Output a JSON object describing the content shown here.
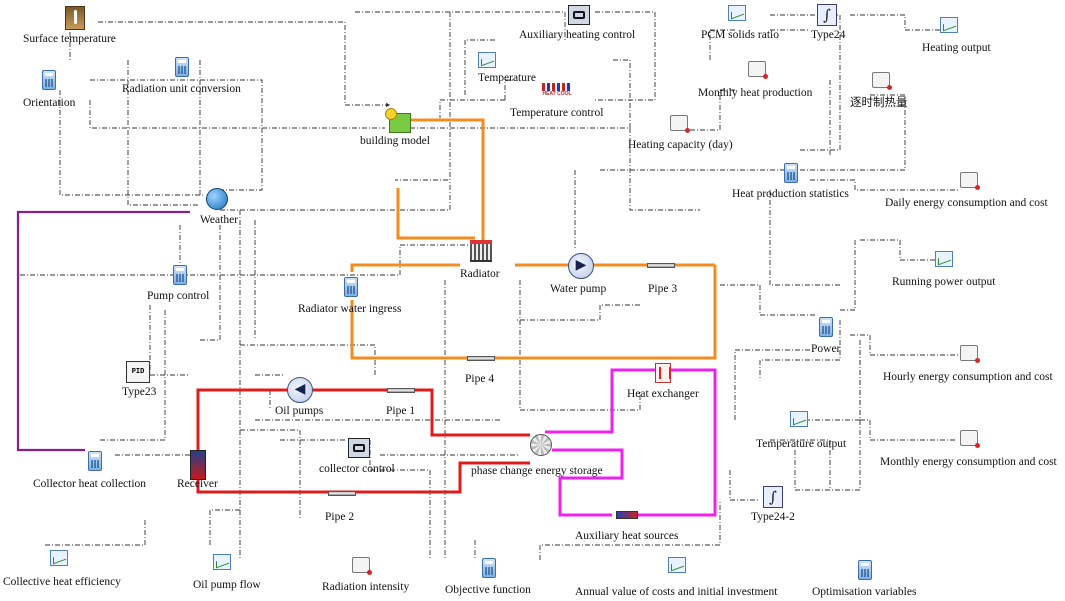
{
  "colors": {
    "control_line": "#333333",
    "orange_loop": "#F28C1E",
    "red_loop": "#E11B1B",
    "magenta_loop": "#EE22EE",
    "purple_loop": "#8A1E8A"
  },
  "labels": {
    "surface_temperature": "Surface temperature",
    "orientation": "Orientation",
    "radiation_unit_conversion": "Radiation unit conversion",
    "auxiliary_heating_control": "Auxiliary heating control",
    "temperature": "Temperature",
    "temperature_control": "Temperature control",
    "building_model": "building model",
    "pcm_solids_ratio": "PCM solids ratio",
    "type24": "Type24",
    "heating_output": "Heating output",
    "monthly_heat_production": "Monthly heat production",
    "instant_heat": "逐时制热量",
    "heating_capacity_day": "Heating capacity (day)",
    "heat_production_statistics": "Heat production statistics",
    "daily_energy": "Daily energy consumption and cost",
    "weather": "Weather",
    "radiator": "Radiator",
    "water_pump": "Water pump",
    "pipe3": "Pipe 3",
    "running_power_output": "Running power output",
    "pump_control": "Pump control",
    "radiator_water_ingress": "Radiator water ingress",
    "power": "Power",
    "hourly_energy": "Hourly energy consumption and cost",
    "type23": "Type23",
    "pipe4": "Pipe 4",
    "heat_exchanger": "Heat exchanger",
    "oil_pumps": "Oil pumps",
    "pipe1": "Pipe 1",
    "temperature_output": "Temperature output",
    "collector_control": "collector control",
    "phase_change": "phase change energy storage",
    "monthly_energy": "Monthly energy consumption and cost",
    "collector_heat_collection": "Collector heat collection",
    "receiver": "Receiver",
    "type24_2": "Type24-2",
    "pipe2": "Pipe 2",
    "auxiliary_heat_sources": "Auxiliary heat sources",
    "collective_heat_efficiency": "Collective heat efficiency",
    "oil_pump_flow": "Oil pump flow",
    "radiation_intensity": "Radiation intensity",
    "objective_function": "Objective function",
    "annual_value": "Annual value of costs and initial investment",
    "optimisation_variables": "Optimisation variables",
    "pid_text": "PID",
    "heat_cool_text": "HEAT COOL"
  }
}
